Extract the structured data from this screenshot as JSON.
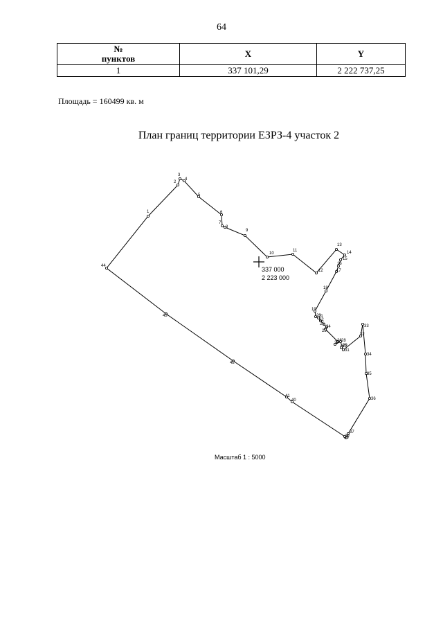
{
  "page_number": "64",
  "table": {
    "headers": [
      "№\nпунктов",
      "X",
      "Y"
    ],
    "rows": [
      [
        "1",
        "337 101,29",
        "2 222 737,25"
      ]
    ]
  },
  "area_text": "Площадь = 160499 кв. м",
  "plan_title": "План границ территории ЕЗРЗ-4 участок 2",
  "scale_text": "Масштаб 1 : 5000",
  "reference_mark": {
    "x_label": "337 000",
    "y_label": "2 223 000"
  },
  "boundary_points": [
    {
      "n": "1"
    },
    {
      "n": "2"
    },
    {
      "n": "3"
    },
    {
      "n": "4"
    },
    {
      "n": "5"
    },
    {
      "n": "6"
    },
    {
      "n": "7"
    },
    {
      "n": "8"
    },
    {
      "n": "9"
    },
    {
      "n": "10"
    },
    {
      "n": "11"
    },
    {
      "n": "12"
    },
    {
      "n": "13"
    },
    {
      "n": "14"
    },
    {
      "n": "15"
    },
    {
      "n": "16"
    },
    {
      "n": "17"
    },
    {
      "n": "18"
    },
    {
      "n": "19"
    },
    {
      "n": "20"
    },
    {
      "n": "21"
    },
    {
      "n": "22"
    },
    {
      "n": "23"
    },
    {
      "n": "24"
    },
    {
      "n": "25"
    },
    {
      "n": "26"
    },
    {
      "n": "27"
    },
    {
      "n": "28"
    },
    {
      "n": "29"
    },
    {
      "n": "30"
    },
    {
      "n": "31"
    },
    {
      "n": "32"
    },
    {
      "n": "33"
    },
    {
      "n": "34"
    },
    {
      "n": "35"
    },
    {
      "n": "36"
    },
    {
      "n": "37"
    },
    {
      "n": "38"
    },
    {
      "n": "39"
    },
    {
      "n": "40"
    },
    {
      "n": "41"
    },
    {
      "n": "42"
    },
    {
      "n": "43"
    },
    {
      "n": "44"
    }
  ]
}
